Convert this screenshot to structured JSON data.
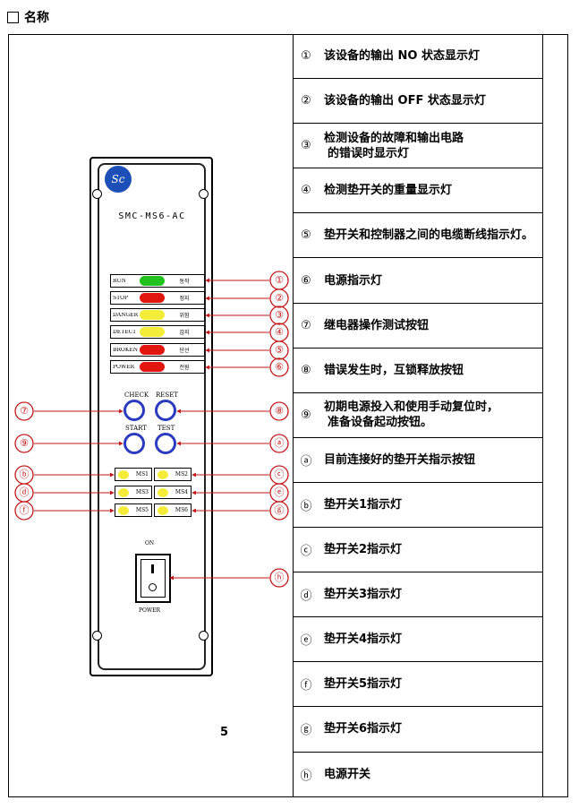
{
  "section": {
    "title": "名称"
  },
  "table_rows": [
    {
      "num": "①",
      "desc": "该设备的输出 NO 状态显示灯"
    },
    {
      "num": "②",
      "desc": "该设备的输出 OFF 状态显示灯"
    },
    {
      "num": "③",
      "desc": "检测设备的故障和输出电路\n的错误时显示灯"
    },
    {
      "num": "④",
      "desc": "检测垫开关的重量显示灯"
    },
    {
      "num": "⑤",
      "desc": "垫开关和控制器之间的电缆断线指示灯。"
    },
    {
      "num": "⑥",
      "desc": "电源指示灯"
    },
    {
      "num": "⑦",
      "desc": "继电器操作测试按钮"
    },
    {
      "num": "⑧",
      "desc": "错误发生时，互锁释放按钮"
    },
    {
      "num": "⑨",
      "desc": "初期电源投入和使用手动复位时，\n准备设备起动按钮。"
    },
    {
      "num": "ⓐ",
      "desc": "目前连接好的垫开关指示按钮"
    },
    {
      "num": "ⓑ",
      "desc": "垫开关1指示灯"
    },
    {
      "num": "ⓒ",
      "desc": "垫开关2指示灯"
    },
    {
      "num": "ⓓ",
      "desc": "垫开关3指示灯"
    },
    {
      "num": "ⓔ",
      "desc": "垫开关4指示灯"
    },
    {
      "num": "ⓕ",
      "desc": "垫开关5指示灯"
    },
    {
      "num": "ⓖ",
      "desc": "垫开关6指示灯"
    },
    {
      "num": "ⓗ",
      "desc": "电源开关"
    }
  ],
  "panel": {
    "logo": "Sc",
    "model": "SMC-MS6-AC",
    "indicators": [
      {
        "label": "RUN",
        "kr": "동작",
        "color": "#21c11e"
      },
      {
        "label": "STOP",
        "kr": "정지",
        "color": "#e0160f"
      },
      {
        "label": "DANGER",
        "kr": "위험",
        "color": "#f3ed3a"
      },
      {
        "label": "DETECT",
        "kr": "감지",
        "color": "#f3ed3a"
      },
      {
        "label": "BROKEN WIRE",
        "kr": "단선",
        "color": "#e0160f"
      },
      {
        "label": "POWER",
        "kr": "전원",
        "color": "#e0160f"
      }
    ],
    "buttons": [
      "CHECK",
      "RESET",
      "START",
      "TEST"
    ],
    "mat_switches": [
      "MS1",
      "MS2",
      "MS3",
      "MS4",
      "MS5",
      "MS6"
    ],
    "switch_on": "ON",
    "switch_i": "I",
    "switch_power": "POWER"
  },
  "callouts": [
    "①",
    "②",
    "③",
    "④",
    "⑤",
    "⑥",
    "⑦",
    "⑧",
    "⑨",
    "ⓐ",
    "ⓑ",
    "ⓒ",
    "ⓓ",
    "ⓔ",
    "ⓕ",
    "ⓖ",
    "ⓗ"
  ],
  "page_number": "5",
  "colors": {
    "callout": "#c31919",
    "button_ring": "#2a3bbf",
    "logo": "#1c4fb8"
  }
}
